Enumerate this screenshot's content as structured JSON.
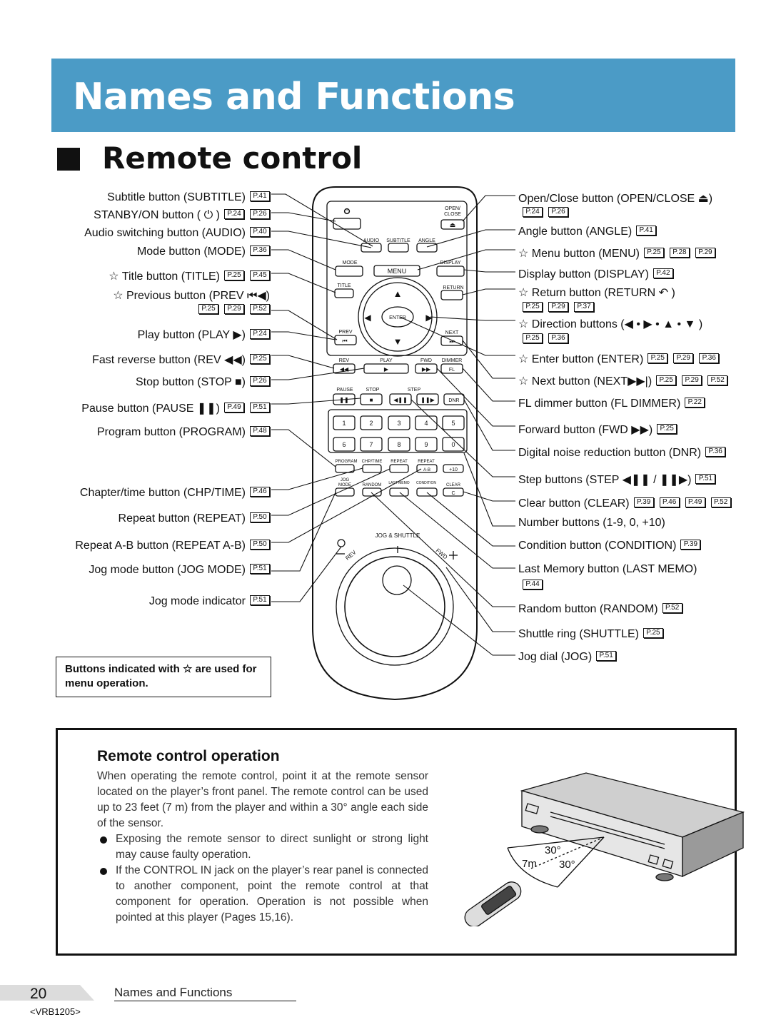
{
  "header": {
    "title": "Names and Functions"
  },
  "section": {
    "title": "Remote control"
  },
  "left_labels": [
    {
      "text": "Subtitle button (SUBTITLE)",
      "pages": [
        "P.41"
      ]
    },
    {
      "text": "STANBY/ON button ( ⏻ )",
      "pages": [
        "P.24",
        "P.26"
      ]
    },
    {
      "text": "Audio switching button (AUDIO)",
      "pages": [
        "P.40"
      ]
    },
    {
      "text": "Mode button (MODE)",
      "pages": [
        "P.36"
      ]
    },
    {
      "text": "☆ Title button (TITLE)",
      "pages": [
        "P.25",
        "P.45"
      ]
    },
    {
      "text": "☆ Previous button (PREV ⏮◀)",
      "pages": []
    },
    {
      "text": "",
      "pages": [
        "P.25",
        "P.29",
        "P.52"
      ]
    },
    {
      "text": "Play button (PLAY ▶)",
      "pages": [
        "P.24"
      ]
    },
    {
      "text": "Fast reverse button (REV ◀◀)",
      "pages": [
        "P.25"
      ]
    },
    {
      "text": "Stop button (STOP ■)",
      "pages": [
        "P.26"
      ]
    },
    {
      "text": "Pause button (PAUSE ❚❚)",
      "pages": [
        "P.49",
        "P.51"
      ]
    },
    {
      "text": "Program button (PROGRAM)",
      "pages": [
        "P.48"
      ]
    },
    {
      "text": "Chapter/time button (CHP/TIME)",
      "pages": [
        "P.46"
      ]
    },
    {
      "text": "Repeat button (REPEAT)",
      "pages": [
        "P.50"
      ]
    },
    {
      "text": "Repeat A-B button (REPEAT A-B)",
      "pages": [
        "P.50"
      ]
    },
    {
      "text": "Jog mode button (JOG MODE)",
      "pages": [
        "P.51"
      ]
    },
    {
      "text": "Jog mode indicator",
      "pages": [
        "P.51"
      ]
    }
  ],
  "right_labels": [
    {
      "text": "Open/Close button (OPEN/CLOSE ⏏)",
      "pages": []
    },
    {
      "text": "",
      "pages": [
        "P.24",
        "P.26"
      ]
    },
    {
      "text": "Angle button (ANGLE)",
      "pages": [
        "P.41"
      ]
    },
    {
      "text": "☆ Menu button (MENU)",
      "pages": [
        "P.25",
        "P.28",
        "P.29"
      ]
    },
    {
      "text": "Display button (DISPLAY)",
      "pages": [
        "P.42"
      ]
    },
    {
      "text": "☆ Return button (RETURN ↶ )",
      "pages": []
    },
    {
      "text": "",
      "pages": [
        "P.25",
        "P.29",
        "P.37"
      ]
    },
    {
      "text": "☆ Direction buttons (◀ • ▶ • ▲ • ▼ )",
      "pages": []
    },
    {
      "text": "",
      "pages": [
        "P.25",
        "P.36"
      ]
    },
    {
      "text": "☆ Enter button (ENTER)",
      "pages": [
        "P.25",
        "P.29",
        "P.36"
      ]
    },
    {
      "text": "☆ Next button (NEXT▶▶|)",
      "pages": [
        "P.25",
        "P.29",
        "P.52"
      ]
    },
    {
      "text": "FL dimmer button (FL DIMMER)",
      "pages": [
        "P.22"
      ]
    },
    {
      "text": "Forward button (FWD ▶▶)",
      "pages": [
        "P.25"
      ]
    },
    {
      "text": "Digital noise reduction button (DNR)",
      "pages": [
        "P.36"
      ]
    },
    {
      "text": "Step buttons (STEP ◀❚❚ / ❚❚▶)",
      "pages": [
        "P.51"
      ]
    },
    {
      "text": "Clear button (CLEAR)",
      "pages": [
        "P.39",
        "P.46",
        "P.49",
        "P.52"
      ]
    },
    {
      "text": "Number buttons (1-9, 0, +10)",
      "pages": []
    },
    {
      "text": "Condition button (CONDITION)",
      "pages": [
        "P.39"
      ]
    },
    {
      "text": "Last Memory button (LAST MEMO)",
      "pages": []
    },
    {
      "text": "",
      "pages": [
        "P.44"
      ]
    },
    {
      "text": "Random button (RANDOM)",
      "pages": [
        "P.52"
      ]
    },
    {
      "text": "Shuttle ring (SHUTTLE)",
      "pages": [
        "P.25"
      ]
    },
    {
      "text": "Jog dial (JOG)",
      "pages": [
        "P.51"
      ]
    }
  ],
  "remote": {
    "open_close": "OPEN/\nCLOSE",
    "audio": "AUDIO",
    "subtitle": "SUBTITLE",
    "angle": "ANGLE",
    "mode": "MODE",
    "menu": "MENU",
    "display": "DISPLAY",
    "title": "TITLE",
    "return": "RETURN",
    "enter": "ENTER",
    "prev": "PREV",
    "next": "NEXT",
    "rev": "REV",
    "play": "PLAY",
    "fwd": "FWD",
    "dimmer": "DIMMER",
    "fl": "FL",
    "pause": "PAUSE",
    "stop": "STOP",
    "step": "STEP",
    "dnr": "DNR",
    "numbers": [
      "1",
      "2",
      "3",
      "4",
      "5",
      "6",
      "7",
      "8",
      "9",
      "0"
    ],
    "program": "PROGRAM",
    "chp_time": "CHP/TIME",
    "repeat": "REPEAT",
    "repeat_ab": "REPEAT",
    "ab": "A-B",
    "plus10": "+10",
    "jog_mode": "JOG\nMODE",
    "random": "RANDOM",
    "last_memo": "LAST MEMO",
    "condition": "CONDITION",
    "clear": "CLEAR",
    "clear_key": "C",
    "jog_shuttle": "JOG & SHUTTLE",
    "rev_arc": "REV",
    "fwd_arc": "FWD"
  },
  "note": {
    "text": "Buttons indicated with ☆ are used for menu operation."
  },
  "operation": {
    "title": "Remote control operation",
    "paragraph": "When operating the remote control, point it at the remote sensor located on the player’s front panel. The remote control can be used up to 23 feet (7 m) from the player and within a 30° angle each side of the sensor.",
    "bullets": [
      "Exposing the remote sensor to direct sunlight or strong light may cause faulty operation.",
      "If the CONTROL IN jack on the player’s rear panel is connected to another component, point the remote control at that component for operation. Operation is not possible when pointed at this player (Pages 15,16)."
    ],
    "diagram": {
      "distance": "7m",
      "angle_left": "30°",
      "angle_right": "30°"
    }
  },
  "footer": {
    "page_number": "20",
    "title": "Names and Functions",
    "code": "<VRB1205>"
  }
}
